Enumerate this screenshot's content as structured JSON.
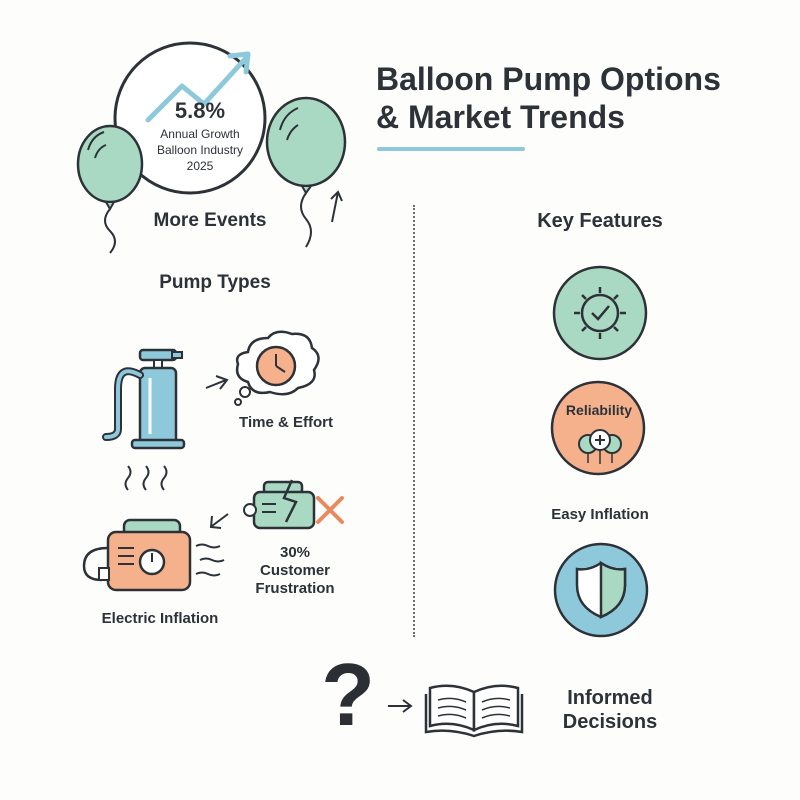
{
  "title_line1": "Balloon Pump Options",
  "title_line2": "& Market Trends",
  "growth": {
    "percent": "5.8%",
    "line1": "Annual Growth",
    "line2": "Balloon Industry",
    "line3": "2025"
  },
  "more_events": "More Events",
  "pump_types": "Pump Types",
  "time_effort": "Time & Effort",
  "frustration": [
    "30%",
    "Customer",
    "Frustration"
  ],
  "electric_inflation": "Electric Inflation",
  "key_features": "Key Features",
  "reliability": "Reliability",
  "easy_inflation": "Easy Inflation",
  "informed": [
    "Informed",
    "Decisions"
  ],
  "question_mark": "?",
  "colors": {
    "green": "#a9d9c3",
    "orange": "#f4b18c",
    "blue": "#8ec9db",
    "dark": "#2d3238"
  }
}
